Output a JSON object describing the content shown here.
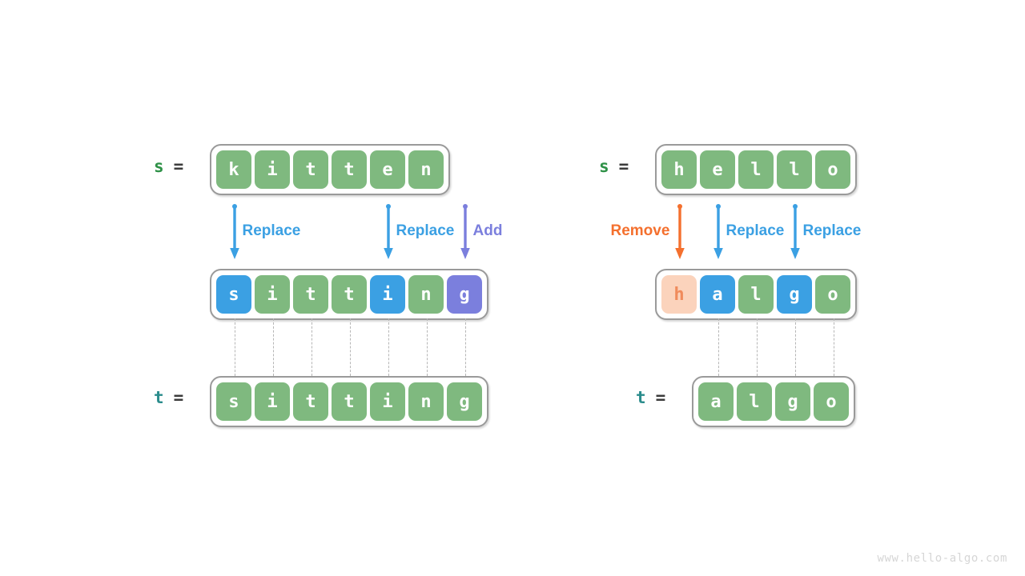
{
  "watermark": "www.hello-algo.com",
  "colors": {
    "green": "#7fb97f",
    "blue": "#3ba0e3",
    "purple": "#7b7fdd",
    "peach_bg": "#fbd3bc",
    "peach_fg": "#f08b5c",
    "orange": "#f4702e",
    "label_s": "#2e9147",
    "label_t": "#2a8c8c",
    "border": "#9a9a9a",
    "connector": "#b6b6b6",
    "background": "#ffffff"
  },
  "labels": {
    "s_name": "s",
    "t_name": "t",
    "equals": "="
  },
  "left_example": {
    "source_word": "kitten",
    "target_word": "sitting",
    "source_row": {
      "cells": [
        {
          "char": "k",
          "style": "green"
        },
        {
          "char": "i",
          "style": "green"
        },
        {
          "char": "t",
          "style": "green"
        },
        {
          "char": "t",
          "style": "green"
        },
        {
          "char": "e",
          "style": "green"
        },
        {
          "char": "n",
          "style": "green"
        }
      ]
    },
    "middle_row": {
      "cells": [
        {
          "char": "s",
          "style": "blue"
        },
        {
          "char": "i",
          "style": "green"
        },
        {
          "char": "t",
          "style": "green"
        },
        {
          "char": "t",
          "style": "green"
        },
        {
          "char": "i",
          "style": "blue"
        },
        {
          "char": "n",
          "style": "green"
        },
        {
          "char": "g",
          "style": "purple"
        }
      ]
    },
    "target_row": {
      "cells": [
        {
          "char": "s",
          "style": "green"
        },
        {
          "char": "i",
          "style": "green"
        },
        {
          "char": "t",
          "style": "green"
        },
        {
          "char": "t",
          "style": "green"
        },
        {
          "char": "i",
          "style": "green"
        },
        {
          "char": "n",
          "style": "green"
        },
        {
          "char": "g",
          "style": "green"
        }
      ]
    },
    "operations": [
      {
        "label": "Replace",
        "style": "replace",
        "cell_index": 0,
        "label_side": "right"
      },
      {
        "label": "Replace",
        "style": "replace",
        "cell_index": 4,
        "label_side": "right"
      },
      {
        "label": "Add",
        "style": "add",
        "cell_index": 6,
        "label_side": "right"
      }
    ],
    "connector_count": 7
  },
  "right_example": {
    "source_word": "hello",
    "target_word": "algo",
    "source_row": {
      "cells": [
        {
          "char": "h",
          "style": "green"
        },
        {
          "char": "e",
          "style": "green"
        },
        {
          "char": "l",
          "style": "green"
        },
        {
          "char": "l",
          "style": "green"
        },
        {
          "char": "o",
          "style": "green"
        }
      ]
    },
    "middle_row": {
      "cells": [
        {
          "char": "h",
          "style": "peach"
        },
        {
          "char": "a",
          "style": "blue"
        },
        {
          "char": "l",
          "style": "green"
        },
        {
          "char": "g",
          "style": "blue"
        },
        {
          "char": "o",
          "style": "green"
        }
      ]
    },
    "target_row": {
      "cells": [
        {
          "char": "a",
          "style": "green"
        },
        {
          "char": "l",
          "style": "green"
        },
        {
          "char": "g",
          "style": "green"
        },
        {
          "char": "o",
          "style": "green"
        }
      ]
    },
    "operations": [
      {
        "label": "Remove",
        "style": "remove",
        "cell_index": 0,
        "label_side": "left"
      },
      {
        "label": "Replace",
        "style": "replace",
        "cell_index": 1,
        "label_side": "right"
      },
      {
        "label": "Replace",
        "style": "replace",
        "cell_index": 3,
        "label_side": "right"
      }
    ],
    "connector_count": 4
  }
}
